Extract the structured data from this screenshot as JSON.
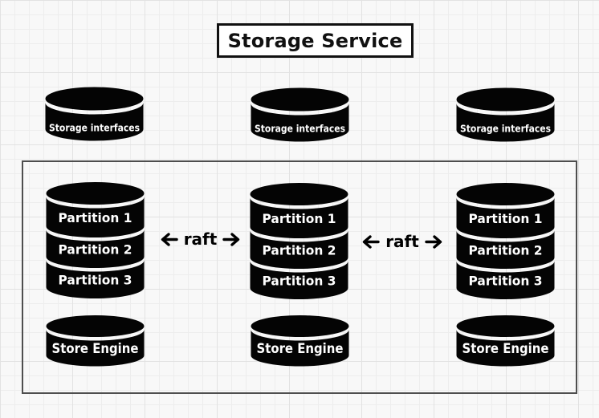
{
  "title": "Storage Service",
  "interface_nodes": [
    {
      "label": "Storage interfaces"
    },
    {
      "label": "Storage interfaces"
    },
    {
      "label": "Storage interfaces"
    }
  ],
  "storage_nodes": [
    {
      "partitions": [
        "Partition 1",
        "Partition 2",
        "Partition 3"
      ],
      "engine": "Store Engine"
    },
    {
      "partitions": [
        "Partition 1",
        "Partition 2",
        "Partition 3"
      ],
      "engine": "Store Engine"
    },
    {
      "partitions": [
        "Partition 1",
        "Partition 2",
        "Partition 3"
      ],
      "engine": "Store Engine"
    }
  ],
  "raft_links": [
    {
      "label": "raft"
    },
    {
      "label": "raft"
    }
  ],
  "icons": {
    "database": "cylinder-icon",
    "database_stack": "stacked-cylinder-icon",
    "raft_left": "left-arrow-icon",
    "raft_right": "right-arrow-icon"
  },
  "colors": {
    "shape_fill": "#040404",
    "shape_label": "#ffffff",
    "title_border": "#111111",
    "cluster_border": "#4e4e4e",
    "background": "#f8f8f8",
    "grid_line": "#ededed"
  }
}
